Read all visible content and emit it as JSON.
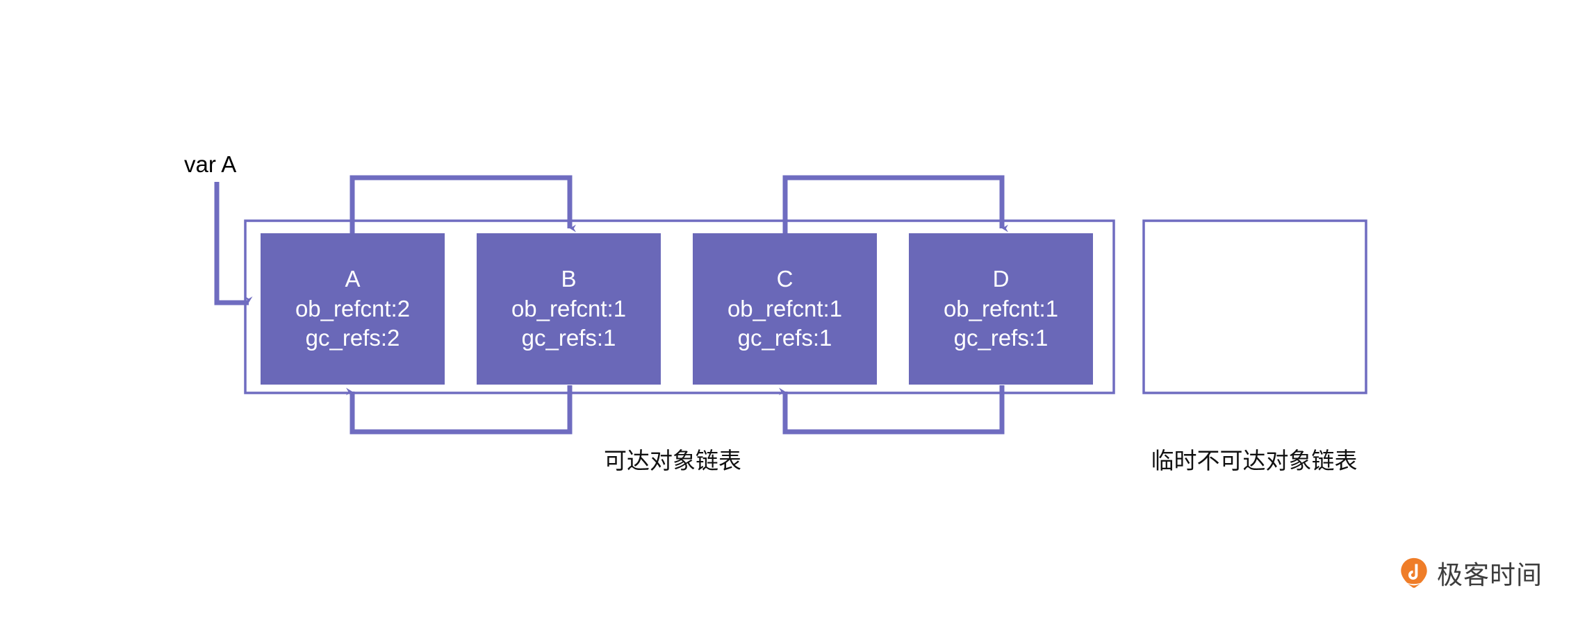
{
  "diagram": {
    "title_text": "",
    "colors": {
      "node_fill": "#6a68b8",
      "node_text": "#ffffff",
      "connector": "#6f6cc0",
      "container_border": "#6f6cc0",
      "background": "#ffffff",
      "caption_text": "#111111",
      "brand_orange": "#ef7d28"
    },
    "variable": {
      "label": "var A",
      "points_to": "A"
    },
    "nodes": [
      {
        "id": "A",
        "name": "A",
        "ob_refcnt": "ob_refcnt:2",
        "gc_refs": "gc_refs:2"
      },
      {
        "id": "B",
        "name": "B",
        "ob_refcnt": "ob_refcnt:1",
        "gc_refs": "gc_refs:1"
      },
      {
        "id": "C",
        "name": "C",
        "ob_refcnt": "ob_refcnt:1",
        "gc_refs": "gc_refs:1"
      },
      {
        "id": "D",
        "name": "D",
        "ob_refcnt": "ob_refcnt:1",
        "gc_refs": "gc_refs:1"
      }
    ],
    "edges": [
      {
        "from": "A",
        "to": "B",
        "route": "top"
      },
      {
        "from": "B",
        "to": "A",
        "route": "bottom"
      },
      {
        "from": "C",
        "to": "D",
        "route": "top"
      },
      {
        "from": "D",
        "to": "C",
        "route": "bottom"
      }
    ],
    "containers": [
      {
        "id": "reachable",
        "caption": "可达对象链表",
        "empty": false
      },
      {
        "id": "tentatively-unreachable",
        "caption": "临时不可达对象链表",
        "empty": true
      }
    ]
  },
  "brand": {
    "name": "极客时间",
    "mark": "geektime-pin-icon"
  }
}
